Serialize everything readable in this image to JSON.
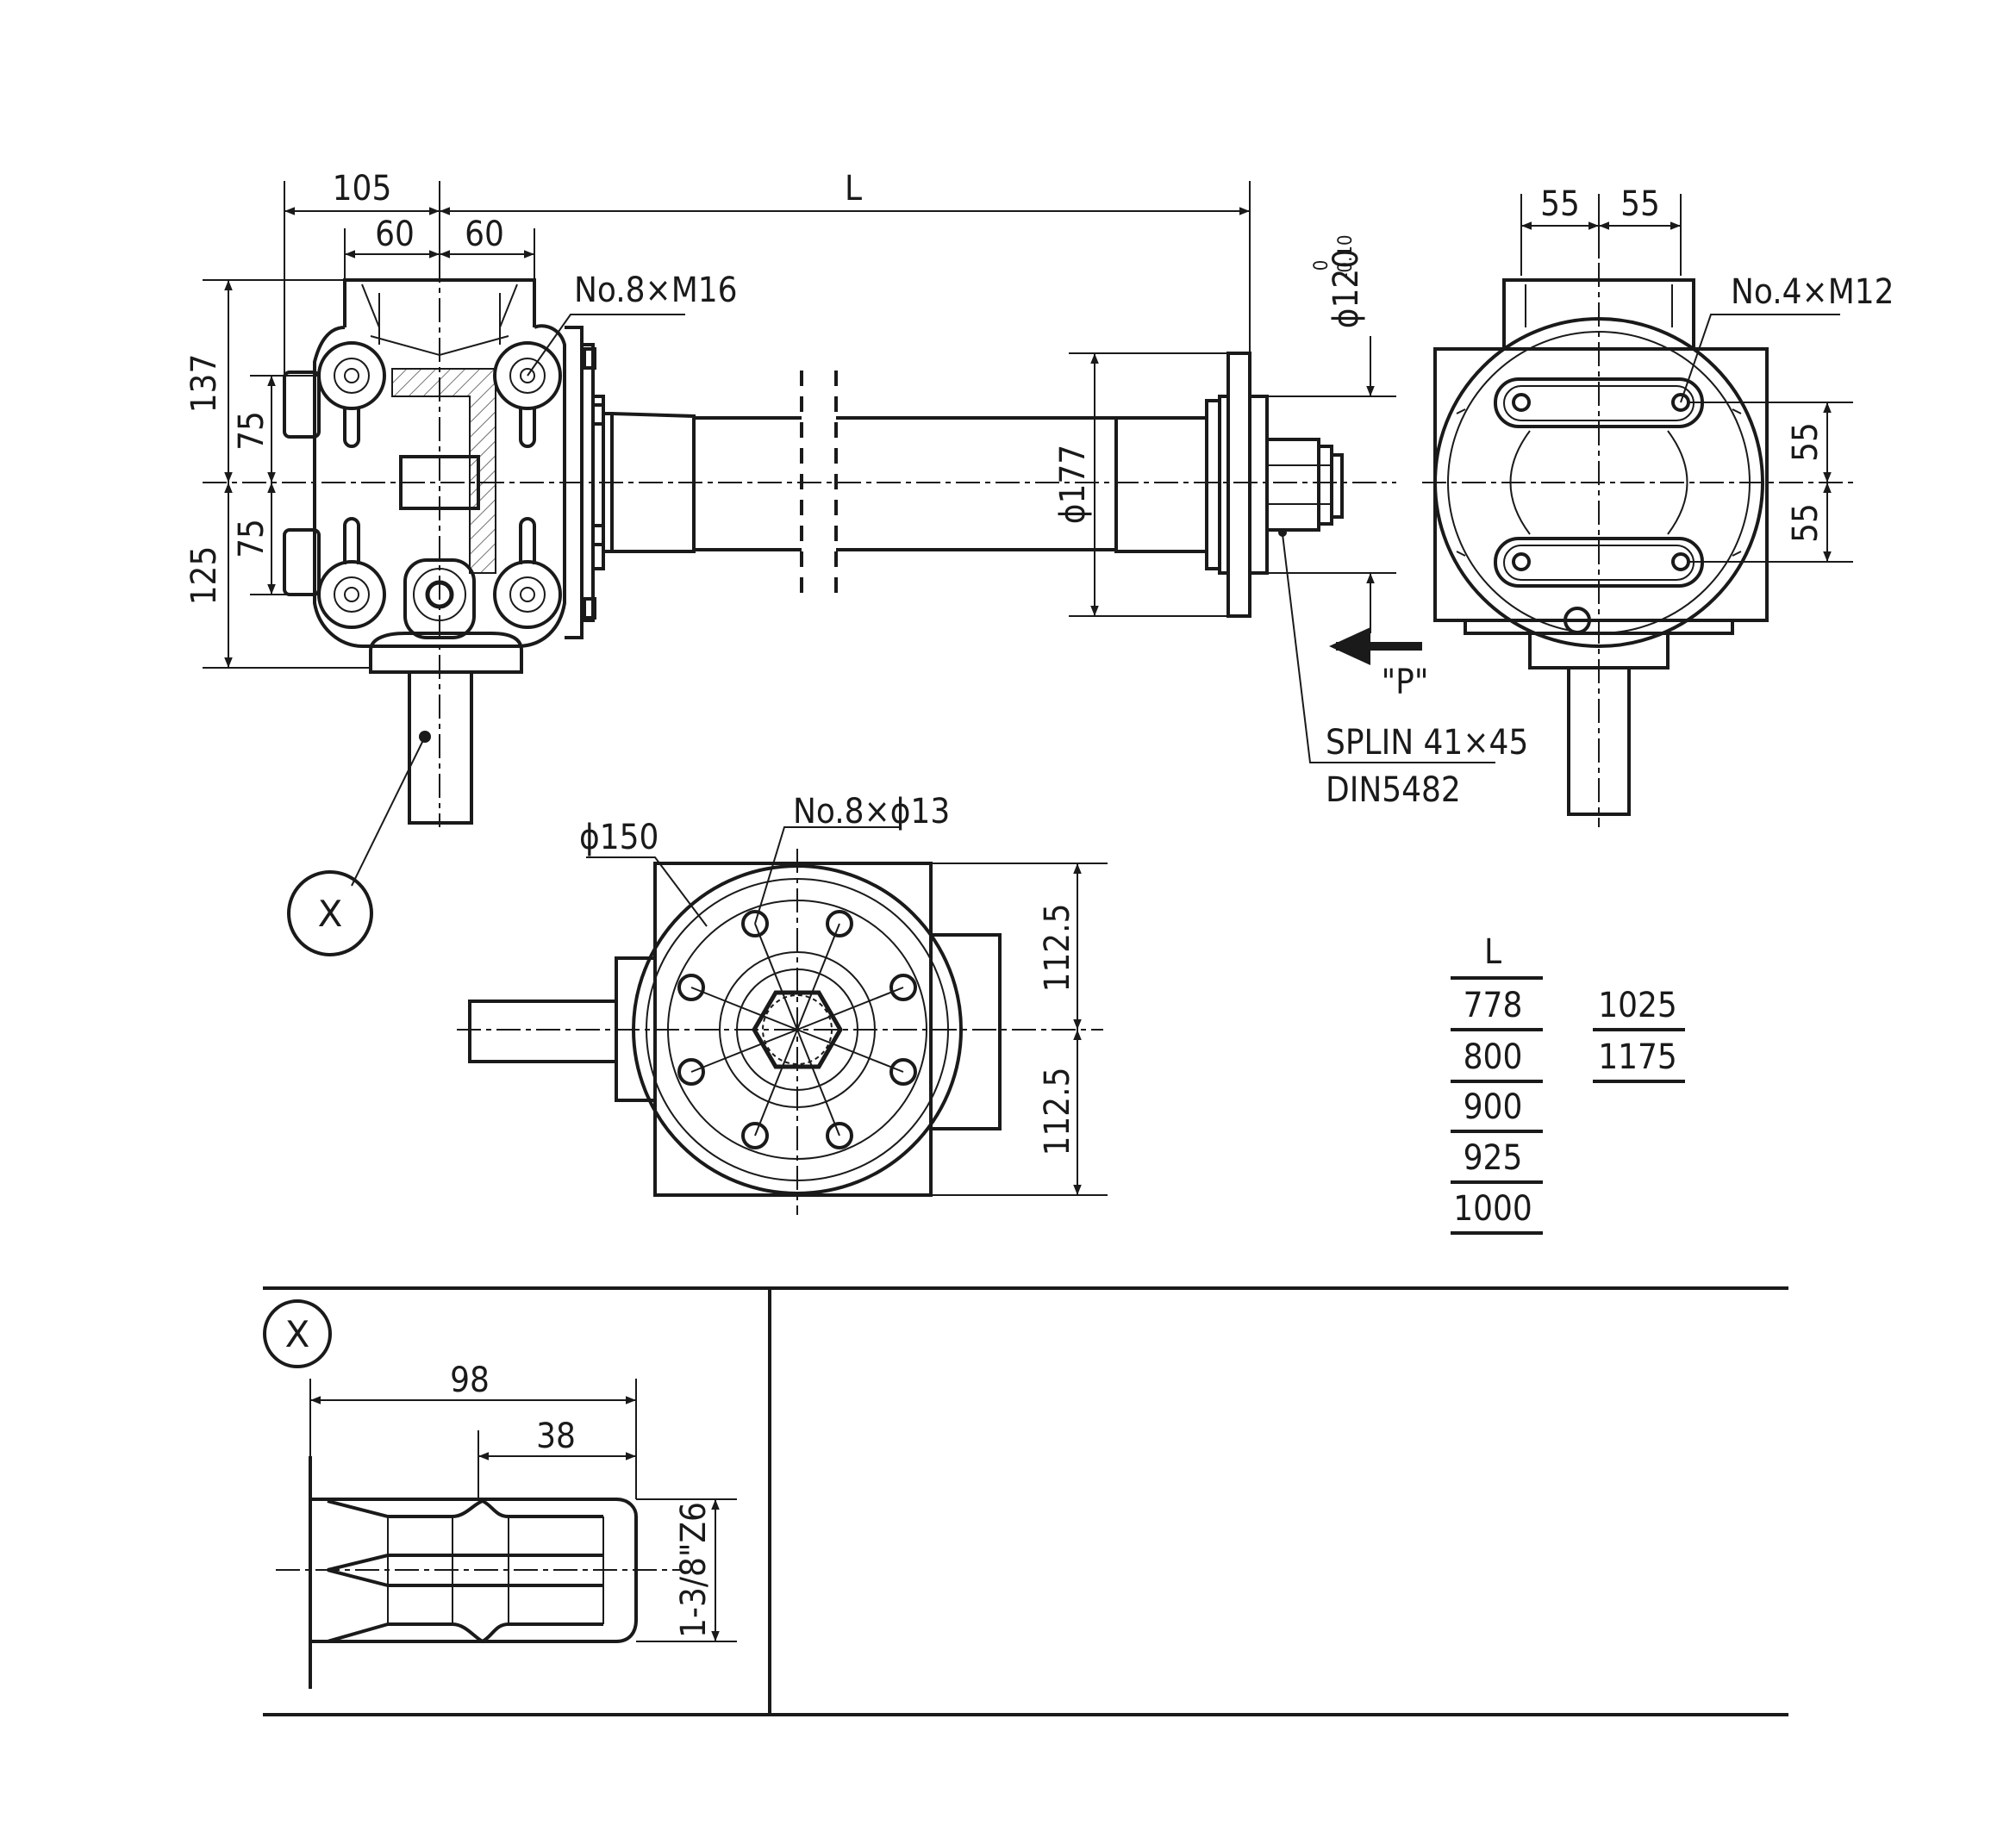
{
  "dims": {
    "top_105": "105",
    "top_60_left": "60",
    "top_60_right": "60",
    "top_L": "L",
    "left_137": "137",
    "left_75_top": "75",
    "left_75_bottom": "75",
    "left_125": "125",
    "thread_note": "No.8×M16",
    "shaft_dia": "ϕ177",
    "flange_dia": "ϕ120",
    "flange_tol_upper": "0",
    "flange_tol_lower": "-0.10",
    "spline_note_1": "SPLIN 41×45",
    "spline_note_2": "DIN5482",
    "view_arrow": "\"P\"",
    "right_55_left": "55",
    "right_55_right": "55",
    "right_thread_note": "No.4×M12",
    "right_55_upper": "55",
    "right_55_lower": "55",
    "bolt_circle": "ϕ150",
    "hole_note": "No.8×ϕ13",
    "bottom_112_5_upper": "112.5",
    "bottom_112_5_lower": "112.5",
    "detail_98": "98",
    "detail_38": "38",
    "detail_spline": "1-3/8\"Z6"
  },
  "detail_marker": {
    "main": "X",
    "detail": "X"
  },
  "length_table": {
    "header": "L",
    "col1": [
      "778",
      "800",
      "900",
      "925",
      "1000"
    ],
    "col2": [
      "1025",
      "1175"
    ]
  }
}
